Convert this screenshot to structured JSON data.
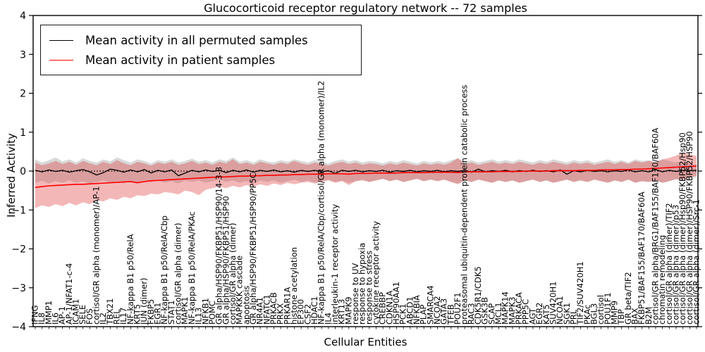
{
  "figure": {
    "title": "Glucocorticoid receptor regulatory network -- 72 samples",
    "xlabel": "Cellular Entities",
    "ylabel": "Inferred Activity",
    "legend_items": [
      {
        "label": "Mean activity in all permuted samples",
        "color": "#000000"
      },
      {
        "label": "Mean activity in patient samples",
        "color": "#ff0000"
      }
    ]
  },
  "chart_data": {
    "type": "line",
    "title": "Glucocorticoid receptor regulatory network -- 72 samples",
    "xlabel": "Cellular Entities",
    "ylabel": "Inferred Activity",
    "ylim": [
      -4,
      4
    ],
    "yticks": [
      4,
      3,
      2,
      1,
      0,
      -1,
      -2,
      -3,
      -4
    ],
    "grid": false,
    "legend_position": "upper left",
    "zero_line": true,
    "axis_color": "#000000",
    "band_colors": {
      "permuted": "rgba(0,0,0,0.15)",
      "patient": "rgba(222,45,45,0.34)"
    },
    "categories": [
      "IFNG",
      "IL8",
      "MMP1",
      "IL6",
      "AP-1",
      "AP-1/NFAT1-c-4",
      "ICAM1",
      "SELE",
      "FOS",
      "cortisol/GR alpha (monomer)/AP-1",
      "IL2",
      "TBX21",
      "REL",
      "IL17",
      "NF-kappa B1 p50/RelA",
      "KRT5",
      "JUN (dimer)",
      "FKBP5",
      "EGR1",
      "NF-kappa B1 p50/RelA/Cbp",
      "STAT1",
      "cortisol/GR alpha (dimer)",
      "MAPK1",
      "NF-kappa B1 p50/RelA/PKAc",
      "IL13",
      "NFKB1",
      "POMC",
      "GR alpha/HSP90/FKBP51/HSP90/14-3-3",
      "GR alpha/HSP90/FKBP51/HSP90",
      "cortisol/GR alpha (dimer)",
      "MAPKKK cascade",
      "apoptosis",
      "GR alpha/HSP90/FKBP51/HSP90/PP5C",
      "NR4A1",
      "NFATC1",
      "PRKACB",
      "PRKX",
      "PRKAR1A",
      "histone acetylation",
      "EP300",
      "CSF2",
      "HDAC1",
      "NF-kappa B1 p50/RelA/Cbp/cortisol/GR alpha (monomer)/IL2",
      "IL4",
      "interleukin-1 receptor activity",
      "KRT13",
      "MAPK9",
      "response to UV",
      "response to hypoxia",
      "response to stress",
      "cytokine receptor activity",
      "CREBBP",
      "CDKN1A",
      "HSP90AA1",
      "PCK1",
      "ABCD1",
      "NFKBIA",
      "PLAP",
      "SMARCA4",
      "NCOA2",
      "GATA3",
      "TFEB",
      "POU2F1",
      "proteasomal ubiquitin-dependent protein catabolic process",
      "RAC3",
      "CDK5R1/CDK5",
      "GSK3B",
      "SCAP",
      "MCL1",
      "MAPK14",
      "MAPK3",
      "PRKACA",
      "PPP5C",
      "AGT",
      "EGR2",
      "KAT5",
      "SUV420H1",
      "NCOA1",
      "SGK1",
      "PRL",
      "TIF2/SUV420H1",
      "PKAc",
      "BGL3",
      "cortisol",
      "POU1F1",
      "MMP9",
      "TBP",
      "GR beta/TIF2",
      "BAX",
      "FKBP51/BAF155/BAF170/BAF60A",
      "B2M",
      "cortisol/GR alpha/BRG1/BAF155/BAF170/BAF60A",
      "chromatin remodeling",
      "cortisol/GR alpha (dimer)/TIF2",
      "cortisol/GR alpha (dimer)/p53",
      "cortisol/GR alpha (dimer)/Hsp90/FKBP52/Hsp90",
      "cortisol/GR alpha (dimer)/HSP90/FKBP52/HSP90",
      "cortisol/GR alpha (dimer)/Src-1"
    ],
    "series": [
      {
        "name": "Mean activity in all permuted samples",
        "color": "#000000",
        "values": [
          0.02,
          -0.02,
          0.03,
          -0.01,
          0.02,
          -0.03,
          0.01,
          0.04,
          -0.02,
          -0.1,
          -0.04,
          0.05,
          0.02,
          -0.03,
          0.03,
          -0.02,
          0.04,
          -0.05,
          0.02,
          -0.02,
          0.03,
          -0.12,
          -0.05,
          0.02,
          -0.02,
          0.03,
          -0.01,
          0.02,
          -0.04,
          0.02,
          -0.02,
          0.03,
          -0.03,
          0.02,
          -0.01,
          0.03,
          -0.02,
          0.01,
          -0.03,
          0.02,
          -0.01,
          0.02,
          -0.02,
          0.01,
          -0.06,
          0.02,
          -0.01,
          0.02,
          -0.02,
          0.01,
          -0.01,
          0.02,
          -0.03,
          0.01,
          -0.01,
          0.02,
          -0.02,
          0.01,
          -0.01,
          0.02,
          -0.02,
          0.01,
          -0.01,
          0.02,
          -0.03,
          0.05,
          -0.02,
          0.01,
          -0.01,
          0.02,
          -0.02,
          0.01,
          -0.01,
          0.02,
          -0.01,
          0.01,
          -0.02,
          0.03,
          -0.08,
          0.01,
          -0.02,
          0.02,
          -0.01,
          0.01,
          -0.02,
          0.01,
          -0.01,
          0.03,
          -0.02,
          0.01,
          -0.02,
          0.04,
          -0.02,
          0.02,
          -0.01,
          0.02,
          0.01,
          0.02
        ]
      },
      {
        "name": "Mean activity in patient samples",
        "color": "#ff0000",
        "values": [
          -0.42,
          -0.4,
          -0.38,
          -0.37,
          -0.36,
          -0.35,
          -0.34,
          -0.34,
          -0.33,
          -0.32,
          -0.31,
          -0.3,
          -0.29,
          -0.28,
          -0.27,
          -0.3,
          -0.27,
          -0.25,
          -0.24,
          -0.23,
          -0.22,
          -0.21,
          -0.2,
          -0.19,
          -0.18,
          -0.17,
          -0.16,
          -0.15,
          -0.15,
          -0.14,
          -0.13,
          -0.13,
          -0.12,
          -0.12,
          -0.11,
          -0.11,
          -0.1,
          -0.1,
          -0.09,
          -0.09,
          -0.08,
          -0.08,
          -0.08,
          -0.07,
          -0.07,
          -0.07,
          -0.08,
          -0.06,
          -0.06,
          -0.06,
          -0.05,
          -0.05,
          -0.05,
          -0.05,
          -0.04,
          -0.04,
          -0.04,
          -0.04,
          -0.03,
          -0.03,
          -0.03,
          -0.03,
          -0.04,
          -0.02,
          -0.02,
          -0.02,
          -0.02,
          -0.02,
          -0.01,
          -0.01,
          -0.01,
          -0.01,
          0.0,
          0.0,
          0.0,
          0.0,
          0.01,
          0.01,
          0.01,
          0.01,
          0.02,
          0.02,
          0.02,
          0.03,
          0.03,
          0.03,
          0.04,
          0.04,
          0.05,
          0.05,
          0.06,
          0.07,
          0.08,
          0.09,
          0.1,
          0.11,
          0.12,
          0.13
        ]
      }
    ],
    "bands": [
      {
        "name": "permuted samples range",
        "color": "rgba(0,0,0,0.15)",
        "upper": [
          0.3,
          0.22,
          0.28,
          0.35,
          0.25,
          0.3,
          0.22,
          0.33,
          0.26,
          0.22,
          0.3,
          0.25,
          0.35,
          0.28,
          0.22,
          0.3,
          0.26,
          0.2,
          0.28,
          0.24,
          0.3,
          0.22,
          0.26,
          0.32,
          0.24,
          0.28,
          0.22,
          0.3,
          0.26,
          0.35,
          0.24,
          0.28,
          0.22,
          0.3,
          0.25,
          0.22,
          0.28,
          0.24,
          0.3,
          0.26,
          0.22,
          0.28,
          0.24,
          0.2,
          0.26,
          0.3,
          0.24,
          0.28,
          0.22,
          0.26,
          0.24,
          0.2,
          0.26,
          0.22,
          0.28,
          0.24,
          0.2,
          0.26,
          0.22,
          0.26,
          0.22,
          0.28,
          0.32,
          0.24,
          0.28,
          0.22,
          0.26,
          0.3,
          0.24,
          0.28,
          0.24,
          0.3,
          0.26,
          0.22,
          0.28,
          0.24,
          0.3,
          0.26,
          0.22,
          0.28,
          0.24,
          0.28,
          0.22,
          0.26,
          0.3,
          0.24,
          0.28,
          0.22,
          0.3,
          0.26,
          0.28,
          0.24,
          0.3,
          0.26,
          0.22,
          0.26,
          0.2,
          0.16
        ],
        "lower": [
          -0.3,
          -0.25,
          -0.32,
          -0.26,
          -0.3,
          -0.24,
          -0.3,
          -0.26,
          -0.32,
          -0.28,
          -0.24,
          -0.3,
          -0.26,
          -0.32,
          -0.25,
          -0.3,
          -0.24,
          -0.28,
          -0.24,
          -0.3,
          -0.26,
          -0.32,
          -0.24,
          -0.28,
          -0.24,
          -0.3,
          -0.26,
          -0.22,
          -0.28,
          -0.24,
          -0.3,
          -0.26,
          -0.32,
          -0.24,
          -0.28,
          -0.24,
          -0.3,
          -0.26,
          -0.22,
          -0.28,
          -0.24,
          -0.3,
          -0.26,
          -0.22,
          -0.28,
          -0.24,
          -0.3,
          -0.26,
          -0.22,
          -0.28,
          -0.24,
          -0.2,
          -0.26,
          -0.22,
          -0.28,
          -0.24,
          -0.2,
          -0.26,
          -0.22,
          -0.26,
          -0.22,
          -0.28,
          -0.32,
          -0.24,
          -0.28,
          -0.22,
          -0.26,
          -0.3,
          -0.24,
          -0.28,
          -0.24,
          -0.3,
          -0.26,
          -0.22,
          -0.28,
          -0.24,
          -0.3,
          -0.26,
          -0.22,
          -0.28,
          -0.24,
          -0.28,
          -0.22,
          -0.26,
          -0.3,
          -0.24,
          -0.28,
          -0.22,
          -0.3,
          -0.26,
          -0.28,
          -0.24,
          -0.3,
          -0.26,
          -0.22,
          -0.26,
          -0.2,
          -0.16
        ]
      },
      {
        "name": "patient samples range",
        "color": "rgba(222,45,45,0.34)",
        "upper": [
          0.22,
          0.15,
          0.2,
          0.26,
          0.18,
          0.24,
          0.16,
          0.26,
          0.2,
          0.15,
          0.24,
          0.18,
          0.28,
          0.2,
          0.15,
          0.24,
          0.2,
          0.14,
          0.22,
          0.18,
          0.24,
          0.16,
          0.2,
          0.26,
          0.18,
          0.22,
          0.16,
          0.24,
          0.2,
          0.3,
          0.18,
          0.22,
          0.16,
          0.24,
          0.2,
          0.16,
          0.22,
          0.18,
          0.26,
          0.2,
          0.16,
          0.22,
          0.18,
          0.14,
          0.2,
          0.24,
          0.18,
          0.22,
          0.16,
          0.2,
          0.18,
          0.14,
          0.2,
          0.16,
          0.22,
          0.18,
          0.14,
          0.2,
          0.16,
          0.2,
          0.16,
          0.22,
          0.34,
          0.18,
          0.22,
          0.16,
          0.2,
          0.24,
          0.18,
          0.22,
          0.18,
          0.24,
          0.2,
          0.16,
          0.22,
          0.18,
          0.24,
          0.2,
          0.16,
          0.22,
          0.18,
          0.22,
          0.16,
          0.2,
          0.24,
          0.18,
          0.24,
          0.18,
          0.26,
          0.22,
          0.26,
          0.22,
          0.3,
          0.34,
          0.4,
          0.48,
          0.44,
          0.38
        ],
        "lower": [
          -0.95,
          -0.88,
          -0.92,
          -0.85,
          -0.9,
          -0.82,
          -0.88,
          -0.8,
          -0.85,
          -0.75,
          -0.78,
          -0.7,
          -0.74,
          -0.66,
          -0.7,
          -0.62,
          -0.64,
          -0.58,
          -0.6,
          -0.54,
          -0.56,
          -0.6,
          -0.5,
          -0.54,
          -0.62,
          -0.48,
          -0.44,
          -0.4,
          -0.44,
          -0.38,
          -0.42,
          -0.36,
          -0.4,
          -0.34,
          -0.38,
          -0.32,
          -0.36,
          -0.3,
          -0.34,
          -0.3,
          -0.28,
          -0.32,
          -0.28,
          -0.24,
          -0.3,
          -0.26,
          -0.36,
          -0.26,
          -0.24,
          -0.28,
          -0.24,
          -0.2,
          -0.26,
          -0.22,
          -0.28,
          -0.24,
          -0.2,
          -0.26,
          -0.22,
          -0.26,
          -0.22,
          -0.28,
          -0.34,
          -0.24,
          -0.28,
          -0.22,
          -0.26,
          -0.3,
          -0.24,
          -0.28,
          -0.24,
          -0.3,
          -0.26,
          -0.22,
          -0.28,
          -0.24,
          -0.3,
          -0.26,
          -0.22,
          -0.28,
          -0.24,
          -0.28,
          -0.22,
          -0.26,
          -0.3,
          -0.24,
          -0.28,
          -0.22,
          -0.3,
          -0.26,
          -0.28,
          -0.24,
          -0.3,
          -0.26,
          -0.2,
          -0.22,
          -0.16,
          -0.12
        ]
      }
    ]
  }
}
